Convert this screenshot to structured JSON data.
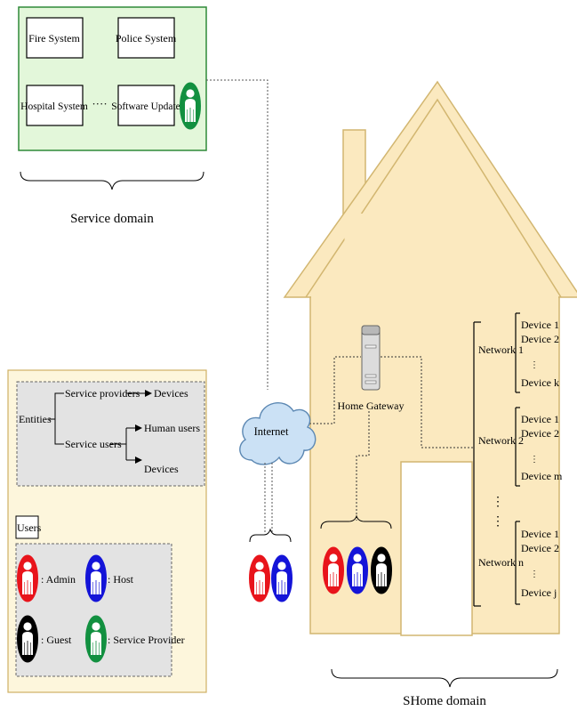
{
  "service_domain": {
    "label": "Service domain",
    "systems": [
      "Fire System",
      "Police System",
      "Hospital System",
      "Software Update"
    ],
    "ellipsis": "····"
  },
  "legend": {
    "entities": {
      "root": "Entities",
      "service_providers": "Service providers",
      "service_providers_target": "Devices",
      "service_users": "Service users",
      "human_users": "Human users",
      "devices": "Devices"
    },
    "users": {
      "title": "Users",
      "items": [
        {
          "label": ": Admin",
          "color": "#e8141b"
        },
        {
          "label": ": Host",
          "color": "#1414d8"
        },
        {
          "label": ": Guest",
          "color": "#000000"
        },
        {
          "label": ": Service Provider",
          "color": "#129040"
        }
      ]
    }
  },
  "internet": {
    "label": "Internet"
  },
  "home": {
    "gateway_label": "Home Gateway",
    "domain_label": "SHome domain",
    "networks": [
      {
        "label": "Network 1",
        "devices": [
          "Device 1",
          "Device 2",
          "Device k"
        ]
      },
      {
        "label": "Network 2",
        "devices": [
          "Device 1",
          "Device 2",
          "Device m"
        ]
      },
      {
        "label": "Network n",
        "devices": [
          "Device 1",
          "Device 2",
          "Device j"
        ]
      }
    ]
  },
  "colors": {
    "house_fill": "#fbe9bf",
    "house_stroke": "#d2b670",
    "service_fill": "#e3f7da",
    "service_stroke": "#2f8a38",
    "legend_fill": "#fdf6dc",
    "legend_stroke": "#cfb064",
    "entities_fill": "#e3e3e3",
    "cloud_fill": "#cbe1f5",
    "cloud_stroke": "#5c88b3"
  }
}
